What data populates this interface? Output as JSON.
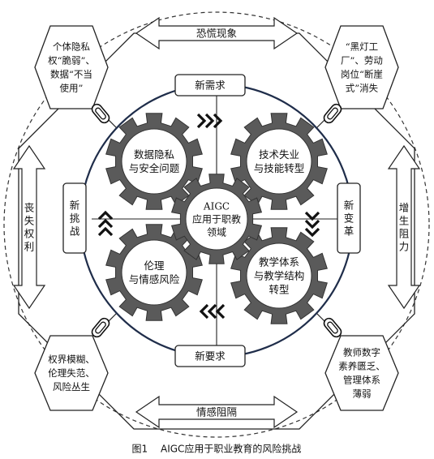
{
  "figure": {
    "caption": "图1  AIGC应用于职业教育的风险挑战",
    "center": [
      "AIGC",
      "应用于职教",
      "领域"
    ],
    "gears": [
      [
        "数据隐私",
        "与安全问题"
      ],
      [
        "技术失业",
        "与技能转型"
      ],
      [
        "伦理",
        "与情感风险"
      ],
      [
        "教学体系",
        "与教学结构",
        "转型"
      ]
    ],
    "inner_boxes": {
      "top": "新需求",
      "bottom": "新要求",
      "left": [
        "新",
        "挑",
        "战"
      ],
      "right": [
        "新",
        "变",
        "革"
      ]
    },
    "outer_arrows": {
      "top": "恐慌现象",
      "bottom": "情感阻隔",
      "left": [
        "丧",
        "失",
        "权",
        "利"
      ],
      "right": [
        "增",
        "生",
        "阻",
        "力"
      ]
    },
    "corner_hexagons": {
      "top_left": [
        "个体隐私",
        "权“脆弱”、",
        "数据“不当",
        "使用”"
      ],
      "top_right": [
        "“黑灯工",
        "厂”、劳动",
        "岗位“断崖",
        "式”消失"
      ],
      "bottom_left": [
        "权界模糊、",
        "伦理失范、",
        "风险丛生"
      ],
      "bottom_right": [
        "教师数字",
        "素养匮乏、",
        "管理体系",
        "薄弱"
      ]
    }
  }
}
